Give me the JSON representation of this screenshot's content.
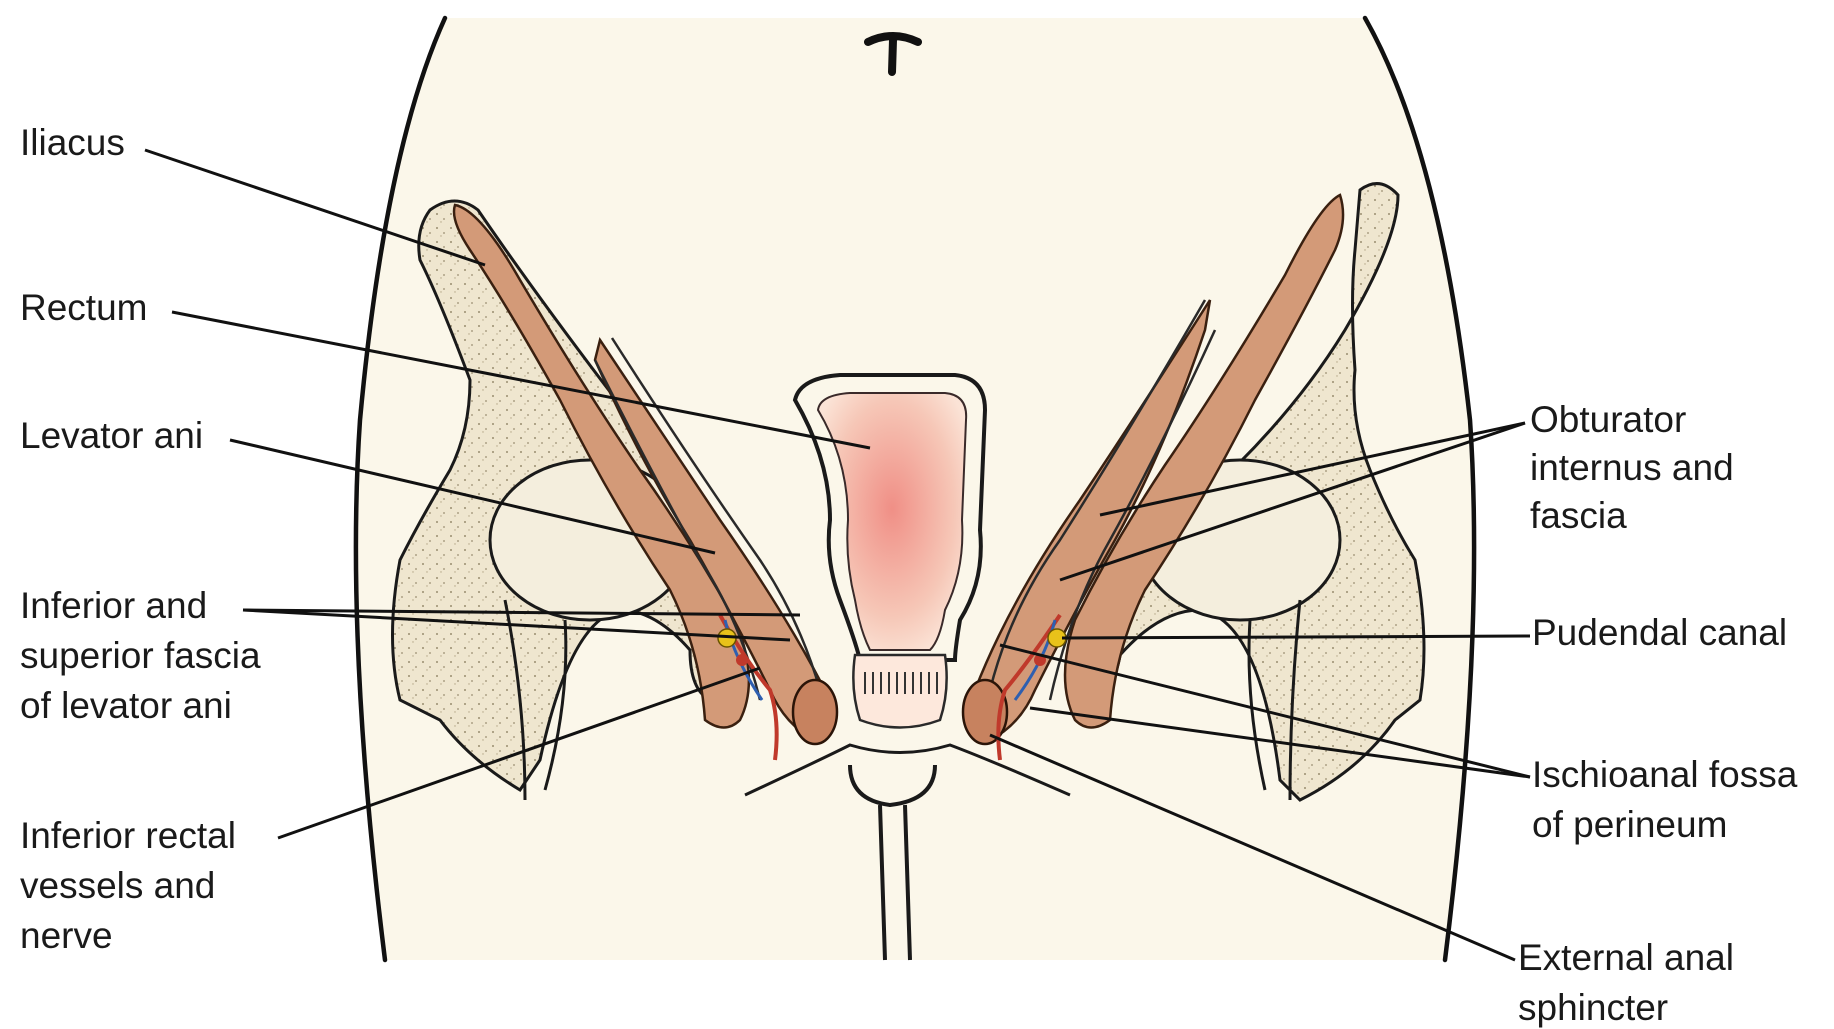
{
  "labels": {
    "iliacus": "Iliacus",
    "rectum": "Rectum",
    "levator_ani": "Levator ani",
    "fascia_levator": [
      "Inferior and",
      "superior fascia",
      "of levator ani"
    ],
    "inferior_rectal": [
      "Inferior rectal",
      "vessels and",
      "nerve"
    ],
    "obturator": [
      "Obturator",
      "internus and",
      "fascia"
    ],
    "pudendal_canal": "Pudendal canal",
    "ischioanal": [
      "Ischioanal fossa",
      "of perineum"
    ],
    "external_anal": [
      "External anal",
      "sphincter"
    ]
  },
  "colors": {
    "background": "#fbf7ea",
    "bone": "#f1e9d6",
    "muscle": "#d39a78",
    "rectum_lumen": "#f3b9a8",
    "vessel_red": "#c0392b",
    "vessel_blue": "#2e5fb0",
    "nerve_yellow": "#e8c21a"
  }
}
